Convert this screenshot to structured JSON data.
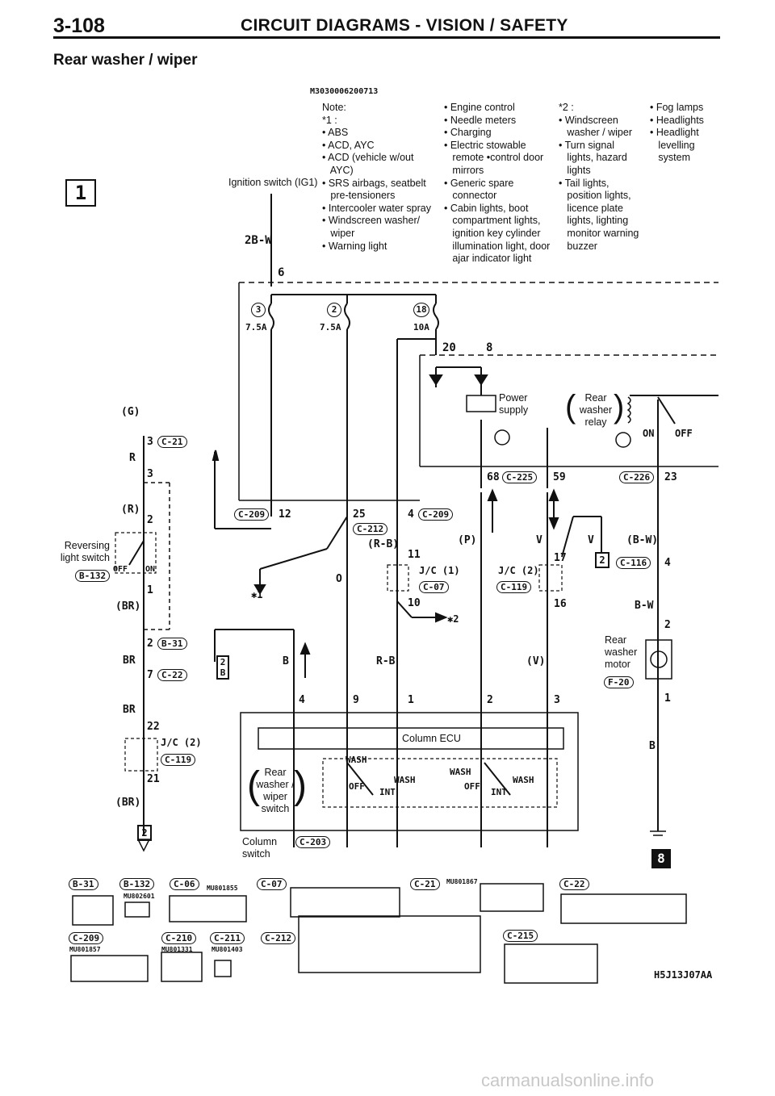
{
  "header": {
    "page_number": "3-108",
    "title": "CIRCUIT DIAGRAMS - VISION / SAFETY"
  },
  "subtitle": "Rear washer / wiper",
  "diagram_code": "M3030006200713",
  "notes": {
    "col1": "Note:\n*1 :\n• ABS\n• ACD, AYC\n• ACD (vehicle w/out\n   AYC)\n• SRS airbags, seatbelt\n   pre-tensioners\n• Intercooler water spray\n• Windscreen washer/\n   wiper\n• Warning light",
    "col2": "• Engine control\n• Needle meters\n• Charging\n• Electric stowable\n   remote •control door\n   mirrors\n• Generic spare\n   connector\n• Cabin lights, boot\n   compartment lights,\n   ignition key cylinder\n   illumination light, door\n   ajar indicator light",
    "col3": "*2 :\n• Windscreen\n   washer / wiper\n• Turn signal\n   lights, hazard\n   lights\n• Tail lights,\n   position lights,\n   licence plate\n   lights, lighting\n   monitor warning\n   buzzer",
    "col4": "• Fog lamps\n• Headlights\n• Headlight\n   levelling\n   system"
  },
  "labels": {
    "ignition_switch": "Ignition switch (IG1)",
    "power_supply": "Power\nsupply",
    "rear_washer_relay": "Rear\nwasher\nrelay",
    "reversing_light_switch": "Reversing\nlight switch",
    "rear_washer_motor": "Rear\nwasher\nmotor",
    "column_ecu": "Column ECU",
    "rear_washer_wiper_switch": "Rear\nwasher /\nwiper\nswitch",
    "column_switch": "Column\nswitch",
    "on": "ON",
    "off": "OFF",
    "wash": "WASH",
    "int": "INT"
  },
  "box_numbers": {
    "section1": "1",
    "section8": "8"
  },
  "fuses": [
    {
      "num": "3",
      "rating": "7.5A"
    },
    {
      "num": "2",
      "rating": "7.5A"
    },
    {
      "num": "18",
      "rating": "10A"
    }
  ],
  "fusible_link": "6",
  "wire_colors": {
    "ig1": "2B-W",
    "g": "(G)",
    "r": "R",
    "r_paren": "(R)",
    "br_paren": "(BR)",
    "br": "BR",
    "rb_paren": "(R-B)",
    "o": "O",
    "rb": "R-B",
    "b": "B",
    "p_paren": "(P)",
    "v": "V",
    "v_paren": "(V)",
    "bw_paren": "(B-W)",
    "bw": "B-W"
  },
  "connectors": {
    "c21": "C-21",
    "b132": "B-132",
    "b31": "B-31",
    "c22": "C-22",
    "c119": "C-119",
    "c209": "C-209",
    "c212": "C-212",
    "c07": "C-07",
    "c225": "C-225",
    "c226": "C-226",
    "c116": "C-116",
    "f20": "F-20",
    "c203": "C-203",
    "jc1": "J/C (1)",
    "jc2": "J/C (2)"
  },
  "pins": {
    "p3a": "3",
    "p3b": "3",
    "p2a": "2",
    "p1a": "1",
    "p2b": "2",
    "p7": "7",
    "p22": "22",
    "p21": "21",
    "p12": "12",
    "p25": "25",
    "p4": "4",
    "p11": "11",
    "p10": "10",
    "p68": "68",
    "p59": "59",
    "p23": "23",
    "p17": "17",
    "p16": "16",
    "p4b": "4",
    "p2c": "2",
    "p1b": "1",
    "p20": "20",
    "p8": "8",
    "e4": "4",
    "e9": "9",
    "e1": "1",
    "e2": "2",
    "e3": "3"
  },
  "refs": {
    "star1": "✱1",
    "star2": "✱2",
    "ground": "2",
    "ground_b": "B"
  },
  "connector_table": {
    "b31": "B-31",
    "b132": "B-132",
    "c06": "C-06",
    "c07": "C-07",
    "c21": "C-21",
    "c22": "C-22",
    "c209": "C-209",
    "c210": "C-210",
    "c211": "C-211",
    "c212": "C-212",
    "c215": "C-215",
    "pn_b132": "MU802601",
    "pn_c06": "MU801855",
    "pn_c21": "MU801867",
    "pn_c209": "MU801857",
    "pn_c210": "MU801331",
    "pn_c211": "MU801403"
  },
  "figure_code": "H5J13J07AA",
  "footer": "carmanualsonline.info"
}
